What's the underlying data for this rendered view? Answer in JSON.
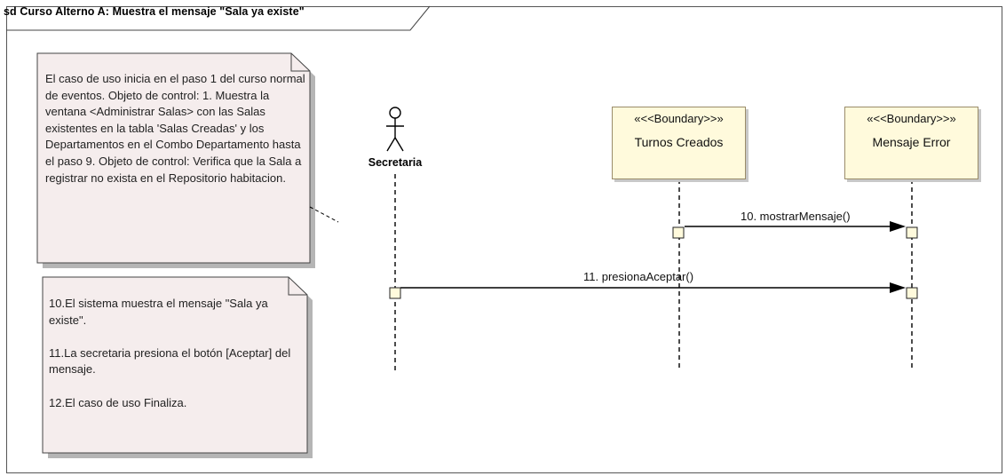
{
  "frame": {
    "title": "sd Curso Alterno A: Muestra el mensaje \"Sala ya existe\""
  },
  "notes": {
    "note1": "El caso de uso inicia en el paso 1 del curso normal de eventos. Objeto de control: 1.      Muestra la ventana <Administrar Salas> con las Salas existentes en la tabla 'Salas Creadas' y los Departamentos en el Combo Departamento hasta el paso 9. Objeto de control: Verifica que la Sala a registrar no exista en el Repositorio habitacion.",
    "note2": {
      "line1": "10.El sistema muestra el mensaje \"Sala ya existe\".",
      "line2": "11.La secretaria presiona el botón [Aceptar] del mensaje.",
      "line3": "12.El caso de uso Finaliza."
    }
  },
  "actor": {
    "name": "Secretaria"
  },
  "lifelines": {
    "turnos": {
      "stereotype": "«<<Boundary>>»",
      "name": "Turnos Creados"
    },
    "mensaje": {
      "stereotype": "«<<Boundary>>»",
      "name": "Mensaje Error"
    }
  },
  "messages": {
    "m10": "10. mostrarMensaje()",
    "m11": "11. presionaAceptar()"
  },
  "colors": {
    "note_fill": "#f5eded",
    "boundary_fill": "#fffadc",
    "activation_fill": "#fffadc"
  }
}
